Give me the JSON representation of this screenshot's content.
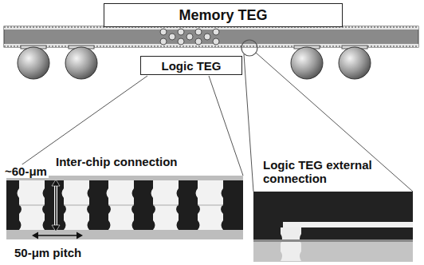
{
  "diagram": {
    "nodes": [
      {
        "text": [
          "Memory TEG"
        ]
      },
      {
        "text": [
          "Logic TEG"
        ]
      }
    ],
    "labels": [
      "Inter-chip connection",
      "Logic TEG external connection",
      "~60-μm",
      "50-μm pitch"
    ]
  }
}
